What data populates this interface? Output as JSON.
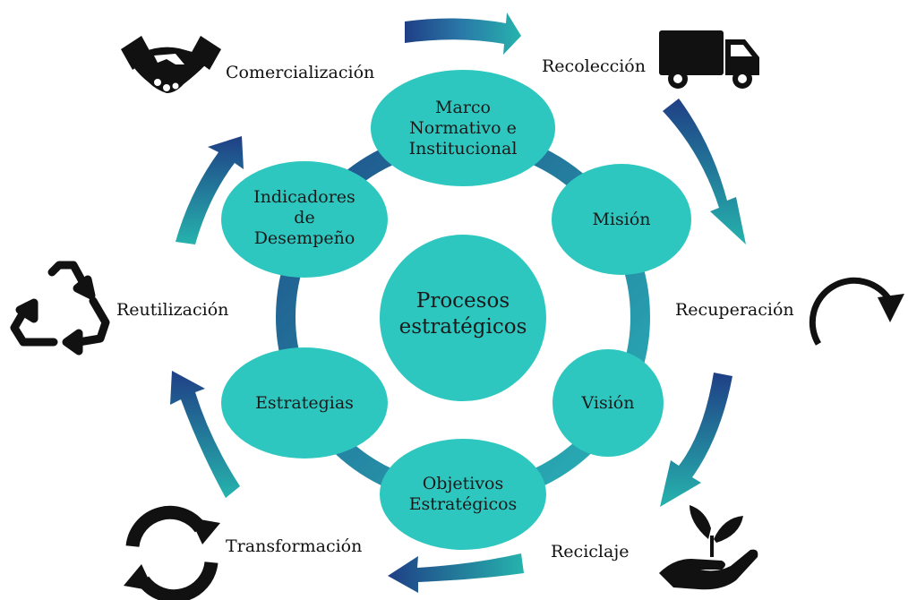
{
  "center": {
    "line1": "Procesos",
    "line2": "estratégicos"
  },
  "nodes": {
    "marco": {
      "line1": "Marco",
      "line2": "Normativo e",
      "line3": "Institucional"
    },
    "mision": {
      "label": "Misión"
    },
    "vision": {
      "label": "Visión"
    },
    "objetivos": {
      "line1": "Objetivos",
      "line2": "Estratégicos"
    },
    "estrategias": {
      "label": "Estrategias"
    },
    "indicadores": {
      "line1": "Indicadores",
      "line2": "de",
      "line3": "Desempeño"
    }
  },
  "outer": {
    "recoleccion": "Recolección",
    "recuperacion": "Recuperación",
    "reciclaje": "Reciclaje",
    "transformacion": "Transformación",
    "reutilizacion": "Reutilización",
    "comercializacion": "Comercialización"
  },
  "icons": {
    "recoleccion": "truck-icon",
    "recuperacion": "clockwise-arrow-icon",
    "reciclaje": "plant-in-hand-icon",
    "transformacion": "refresh-icon",
    "reutilizacion": "recycle-icon",
    "comercializacion": "handshake-icon"
  },
  "colors": {
    "node_fill": "#2ec7c0",
    "ring_dark": "#1f4f8a",
    "ring_light": "#2ab5b8",
    "arrow_dark": "#1f3f86",
    "arrow_light": "#26b3ad"
  }
}
